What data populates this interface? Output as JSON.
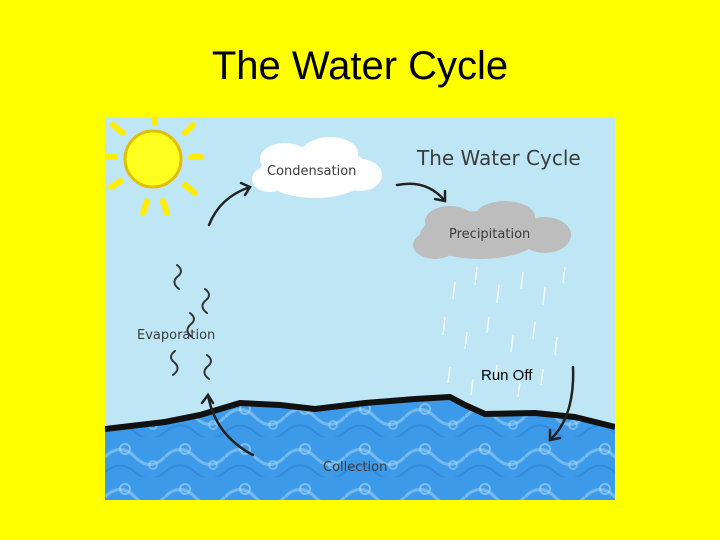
{
  "slide": {
    "title": "The Water Cycle"
  },
  "diagram": {
    "heading": "The Water Cycle",
    "labels": {
      "condensation": "Condensation",
      "precipitation": "Precipitation",
      "evaporation": "Evaporation",
      "collection": "Collection",
      "run_off": "Run Off"
    },
    "colors": {
      "slide_background": "#ffff00",
      "sky": "#bfe6f5",
      "water": "#3d9ae8",
      "sun": "#ffff20",
      "rain_cloud": "#bdbdbd",
      "ground_line": "#111111"
    }
  }
}
